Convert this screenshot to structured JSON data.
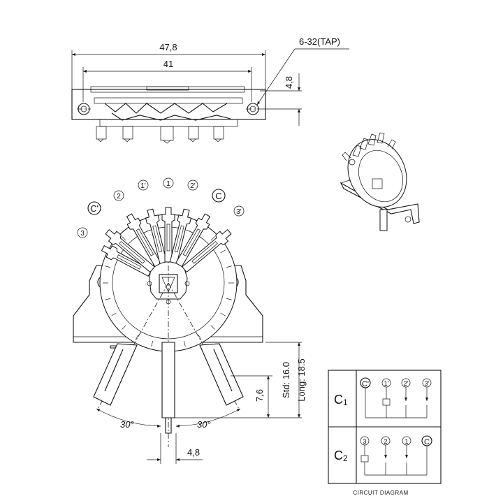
{
  "top_view": {
    "width_outer": "47,8",
    "width_inner": "41",
    "tap_label": "6-32(TAP)",
    "height": "4,8"
  },
  "front_view": {
    "angle_left": "30°",
    "angle_right": "30°",
    "lever_offset": "4,8",
    "shaft_height": "7,6",
    "std_len": "Std: 16.0",
    "long_len": "Long: 18.5",
    "terminals": [
      "3",
      "C'",
      "2",
      "1'",
      "1",
      "2'",
      "C",
      "3'"
    ]
  },
  "circuit_diagram": {
    "caption": "CIRCUIT   DIAGRAM",
    "row1": {
      "label_main": "C",
      "label_sub": "1",
      "terminals": [
        "C'",
        "1'",
        "2'",
        "3'"
      ]
    },
    "row2": {
      "label_main": "C",
      "label_sub": "2",
      "terminals": [
        "3",
        "2",
        "1",
        "C"
      ]
    }
  }
}
